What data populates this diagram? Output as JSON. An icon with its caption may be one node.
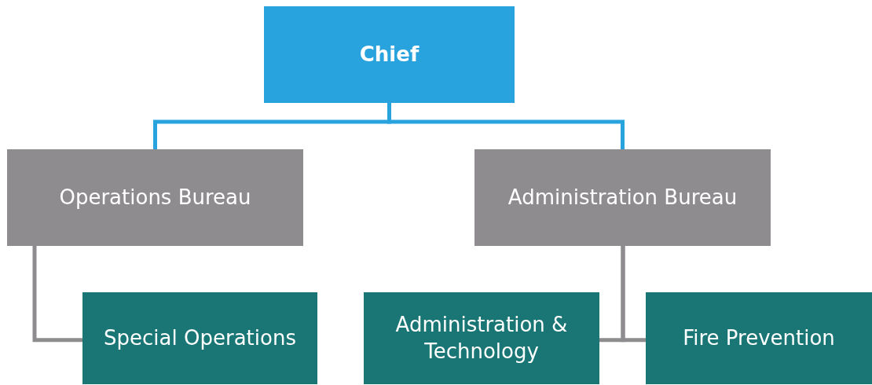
{
  "diagram": {
    "nodes": [
      {
        "text": [
          "Chief"
        ]
      },
      {
        "text": [
          "Operations Bureau"
        ]
      },
      {
        "text": [
          "Administration Bureau"
        ]
      },
      {
        "text": [
          "Special Operations"
        ]
      },
      {
        "text": [
          "Administration & Technology"
        ]
      },
      {
        "text": [
          "Fire Prevention"
        ]
      }
    ],
    "edges": [
      {
        "from": 0,
        "to": 1,
        "arrow": "none",
        "color": "#29a3dd"
      },
      {
        "from": 0,
        "to": 2,
        "arrow": "none",
        "color": "#29a3dd"
      },
      {
        "from": 1,
        "to": 3,
        "arrow": "none"
      },
      {
        "from": 2,
        "to": 4,
        "arrow": "none"
      },
      {
        "from": 2,
        "to": 5,
        "arrow": "none"
      }
    ]
  }
}
